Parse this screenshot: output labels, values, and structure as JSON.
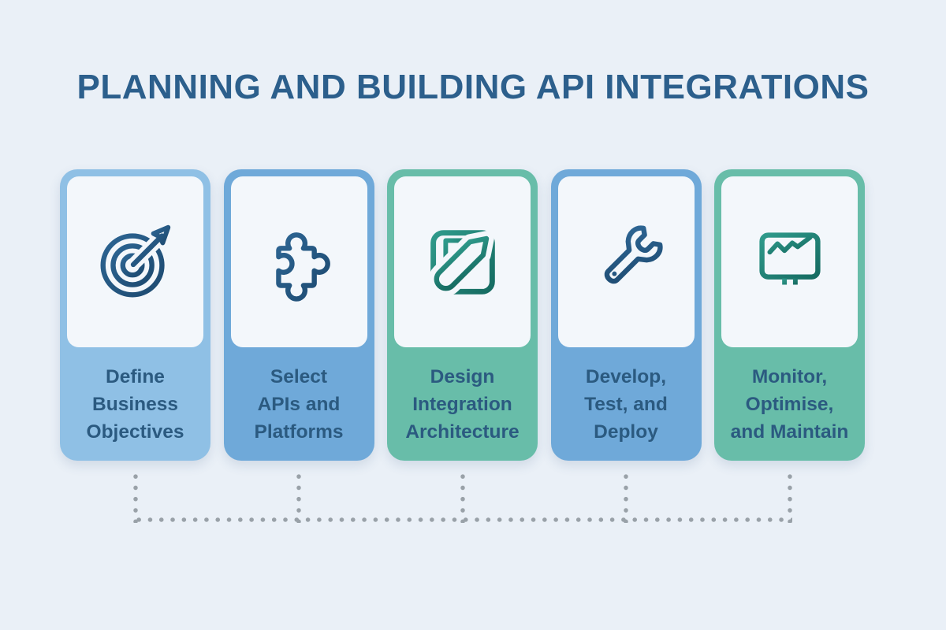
{
  "title": {
    "text": "PLANNING AND BUILDING API INTEGRATIONS",
    "color": "#2c5f8c"
  },
  "steps": [
    {
      "label": "Define\nBusiness\nObjectives",
      "icon": "target-icon",
      "accent": "#8fc0e5",
      "icon_color": "#26587f"
    },
    {
      "label": "Select\nAPIs and\nPlatforms",
      "icon": "puzzle-piece-icon",
      "accent": "#6fa9d9",
      "icon_color": "#26587f"
    },
    {
      "label": "Design\nIntegration\nArchitecture",
      "icon": "blueprint-pencil-icon",
      "accent": "#68bda9",
      "icon_color": "#23857a"
    },
    {
      "label": "Develop,\nTest, and\nDeploy",
      "icon": "wrench-icon",
      "accent": "#6fa9d9",
      "icon_color": "#26587f"
    },
    {
      "label": "Monitor,\nOptimise,\nand Maintain",
      "icon": "monitor-chart-icon",
      "accent": "#68bda9",
      "icon_color": "#23857a"
    }
  ],
  "connector": {
    "dot_color": "#99a1a8"
  },
  "colors": {
    "background": "#eaf0f7",
    "panel": "#f3f7fb",
    "label_text": "#2b5a80"
  }
}
